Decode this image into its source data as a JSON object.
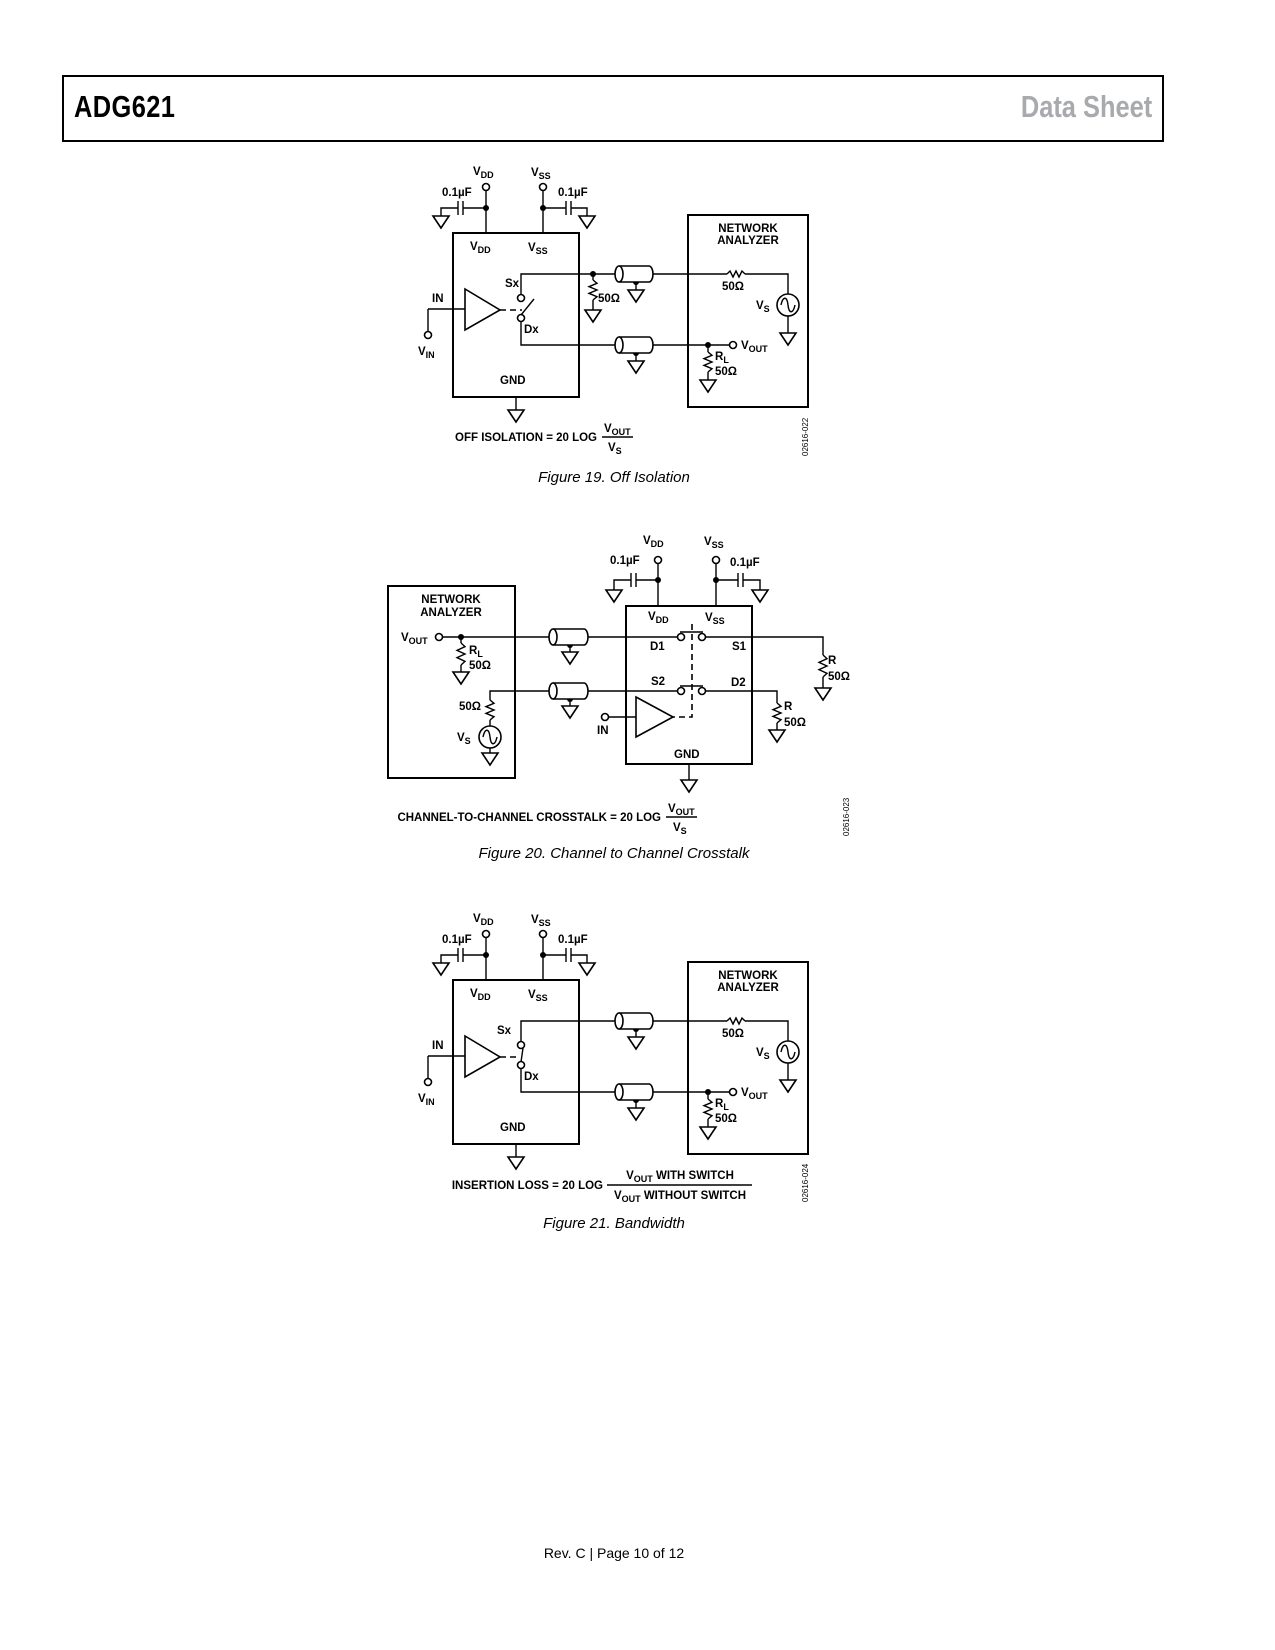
{
  "header": {
    "part": "ADG621",
    "doc_type": "Data Sheet"
  },
  "figures": [
    {
      "caption": "Figure 19. Off Isolation",
      "code": "02616-022",
      "labels": {
        "vdd": {
          "base": "V",
          "sub": "DD"
        },
        "vss": {
          "base": "V",
          "sub": "SS"
        },
        "cap": "0.1µF",
        "sx": "Sx",
        "dx": "Dx",
        "in": "IN",
        "vin": {
          "base": "V",
          "sub": "IN"
        },
        "gnd": "GND",
        "r_term": "50Ω",
        "analyzer_1": "NETWORK",
        "analyzer_2": "ANALYZER",
        "r_src": "50Ω",
        "vs": {
          "base": "V",
          "sub": "S"
        },
        "vout": {
          "base": "V",
          "sub": "OUT"
        },
        "rl": {
          "base": "R",
          "sub": "L"
        },
        "rl_val": "50Ω"
      },
      "formula": {
        "lhs": "OFF ISOLATION = 20 LOG",
        "num": {
          "base": "V",
          "sub": "OUT"
        },
        "den": {
          "base": "V",
          "sub": "S"
        }
      }
    },
    {
      "caption": "Figure 20. Channel to Channel Crosstalk",
      "code": "02616-023",
      "labels": {
        "vdd": {
          "base": "V",
          "sub": "DD"
        },
        "vss": {
          "base": "V",
          "sub": "SS"
        },
        "cap": "0.1µF",
        "d1": "D1",
        "s1": "S1",
        "s2": "S2",
        "d2": "D2",
        "in": "IN",
        "gnd": "GND",
        "analyzer_1": "NETWORK",
        "analyzer_2": "ANALYZER",
        "vout": {
          "base": "V",
          "sub": "OUT"
        },
        "rl": {
          "base": "R",
          "sub": "L"
        },
        "rl_val": "50Ω",
        "r_src": "50Ω",
        "vs": {
          "base": "V",
          "sub": "S"
        },
        "r": "R",
        "r_val": "50Ω"
      },
      "formula": {
        "lhs": "CHANNEL-TO-CHANNEL CROSSTALK = 20 LOG",
        "num": {
          "base": "V",
          "sub": "OUT"
        },
        "den": {
          "base": "V",
          "sub": "S"
        }
      }
    },
    {
      "caption": "Figure 21. Bandwidth",
      "code": "02616-024",
      "labels": {
        "vdd": {
          "base": "V",
          "sub": "DD"
        },
        "vss": {
          "base": "V",
          "sub": "SS"
        },
        "cap": "0.1µF",
        "sx": "Sx",
        "dx": "Dx",
        "in": "IN",
        "vin": {
          "base": "V",
          "sub": "IN"
        },
        "gnd": "GND",
        "analyzer_1": "NETWORK",
        "analyzer_2": "ANALYZER",
        "r_src": "50Ω",
        "vs": {
          "base": "V",
          "sub": "S"
        },
        "vout": {
          "base": "V",
          "sub": "OUT"
        },
        "rl": {
          "base": "R",
          "sub": "L"
        },
        "rl_val": "50Ω"
      },
      "formula": {
        "lhs": "INSERTION LOSS = 20 LOG",
        "num": {
          "base": "V",
          "sub": "OUT",
          "suffix": " WITH SWITCH"
        },
        "den": {
          "base": "V",
          "sub": "OUT",
          "suffix": " WITHOUT SWITCH"
        }
      }
    }
  ],
  "footer": "Rev. C | Page 10 of 12"
}
